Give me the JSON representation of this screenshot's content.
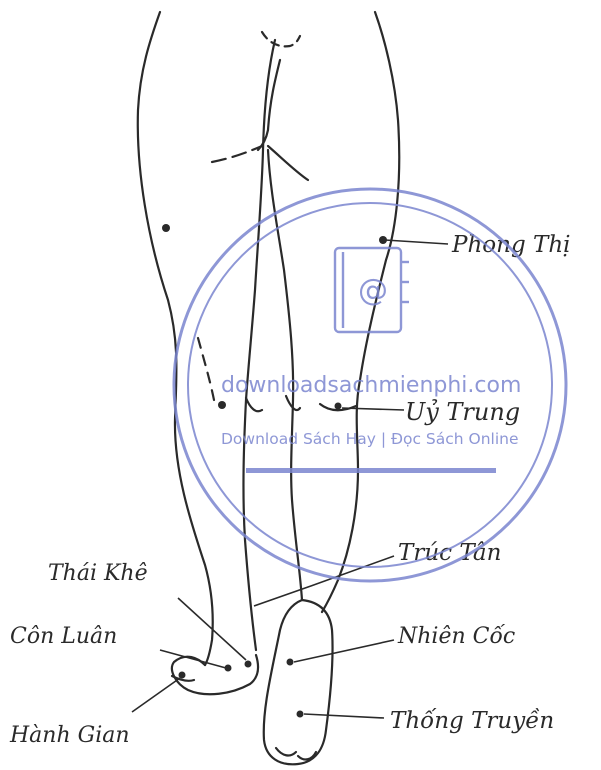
{
  "acupoints": {
    "phong_thi": "Phong Thị",
    "uy_trung": "Uỷ Trung",
    "truc_tan": "Trúc Tân",
    "thai_khe": "Thái Khê",
    "con_luan": "Côn Luân",
    "nhien_coc": "Nhiên Cốc",
    "hanh_gian": "Hành Gian",
    "thong_truyen": "Thống Truyền"
  },
  "watermark": {
    "site": "downloadsachmienphi.com",
    "tagline": "Download Sách Hay | Đọc Sách Online",
    "color": "#7b86cf",
    "icon": "notebook-at-icon"
  },
  "colors": {
    "ink": "#2a2a2a",
    "paper": "#ffffff"
  }
}
